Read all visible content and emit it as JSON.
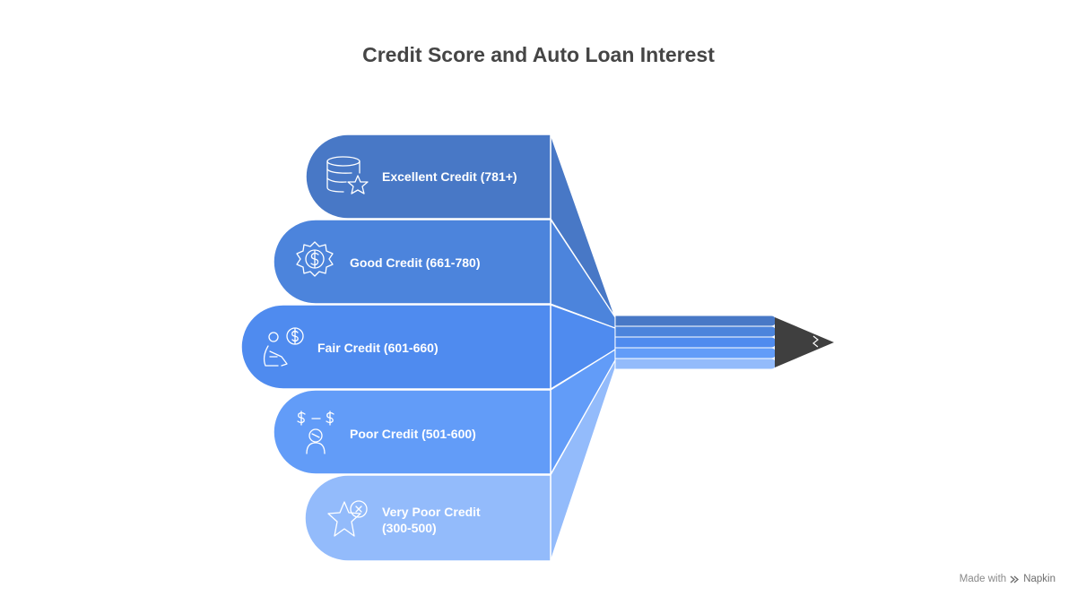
{
  "title": "Credit Score and Auto Loan Interest",
  "tiers": [
    {
      "label": "Excellent Credit (781+)",
      "icon": "coins-star-icon",
      "color": "#4878C6"
    },
    {
      "label": "Good Credit (661-780)",
      "icon": "gear-dollar-icon",
      "color": "#4C84DC"
    },
    {
      "label": "Fair Credit (601-660)",
      "icon": "person-dollar-icon",
      "color": "#4F8BEF"
    },
    {
      "label": "Poor Credit (501-600)",
      "icon": "person-dollar-minus-icon",
      "color": "#629CF8"
    },
    {
      "label": "Very Poor Credit\n(300-500)",
      "icon": "star-x-icon",
      "color": "#93BBFB"
    }
  ],
  "footer": {
    "made_with": "Made with",
    "brand": "Napkin"
  }
}
